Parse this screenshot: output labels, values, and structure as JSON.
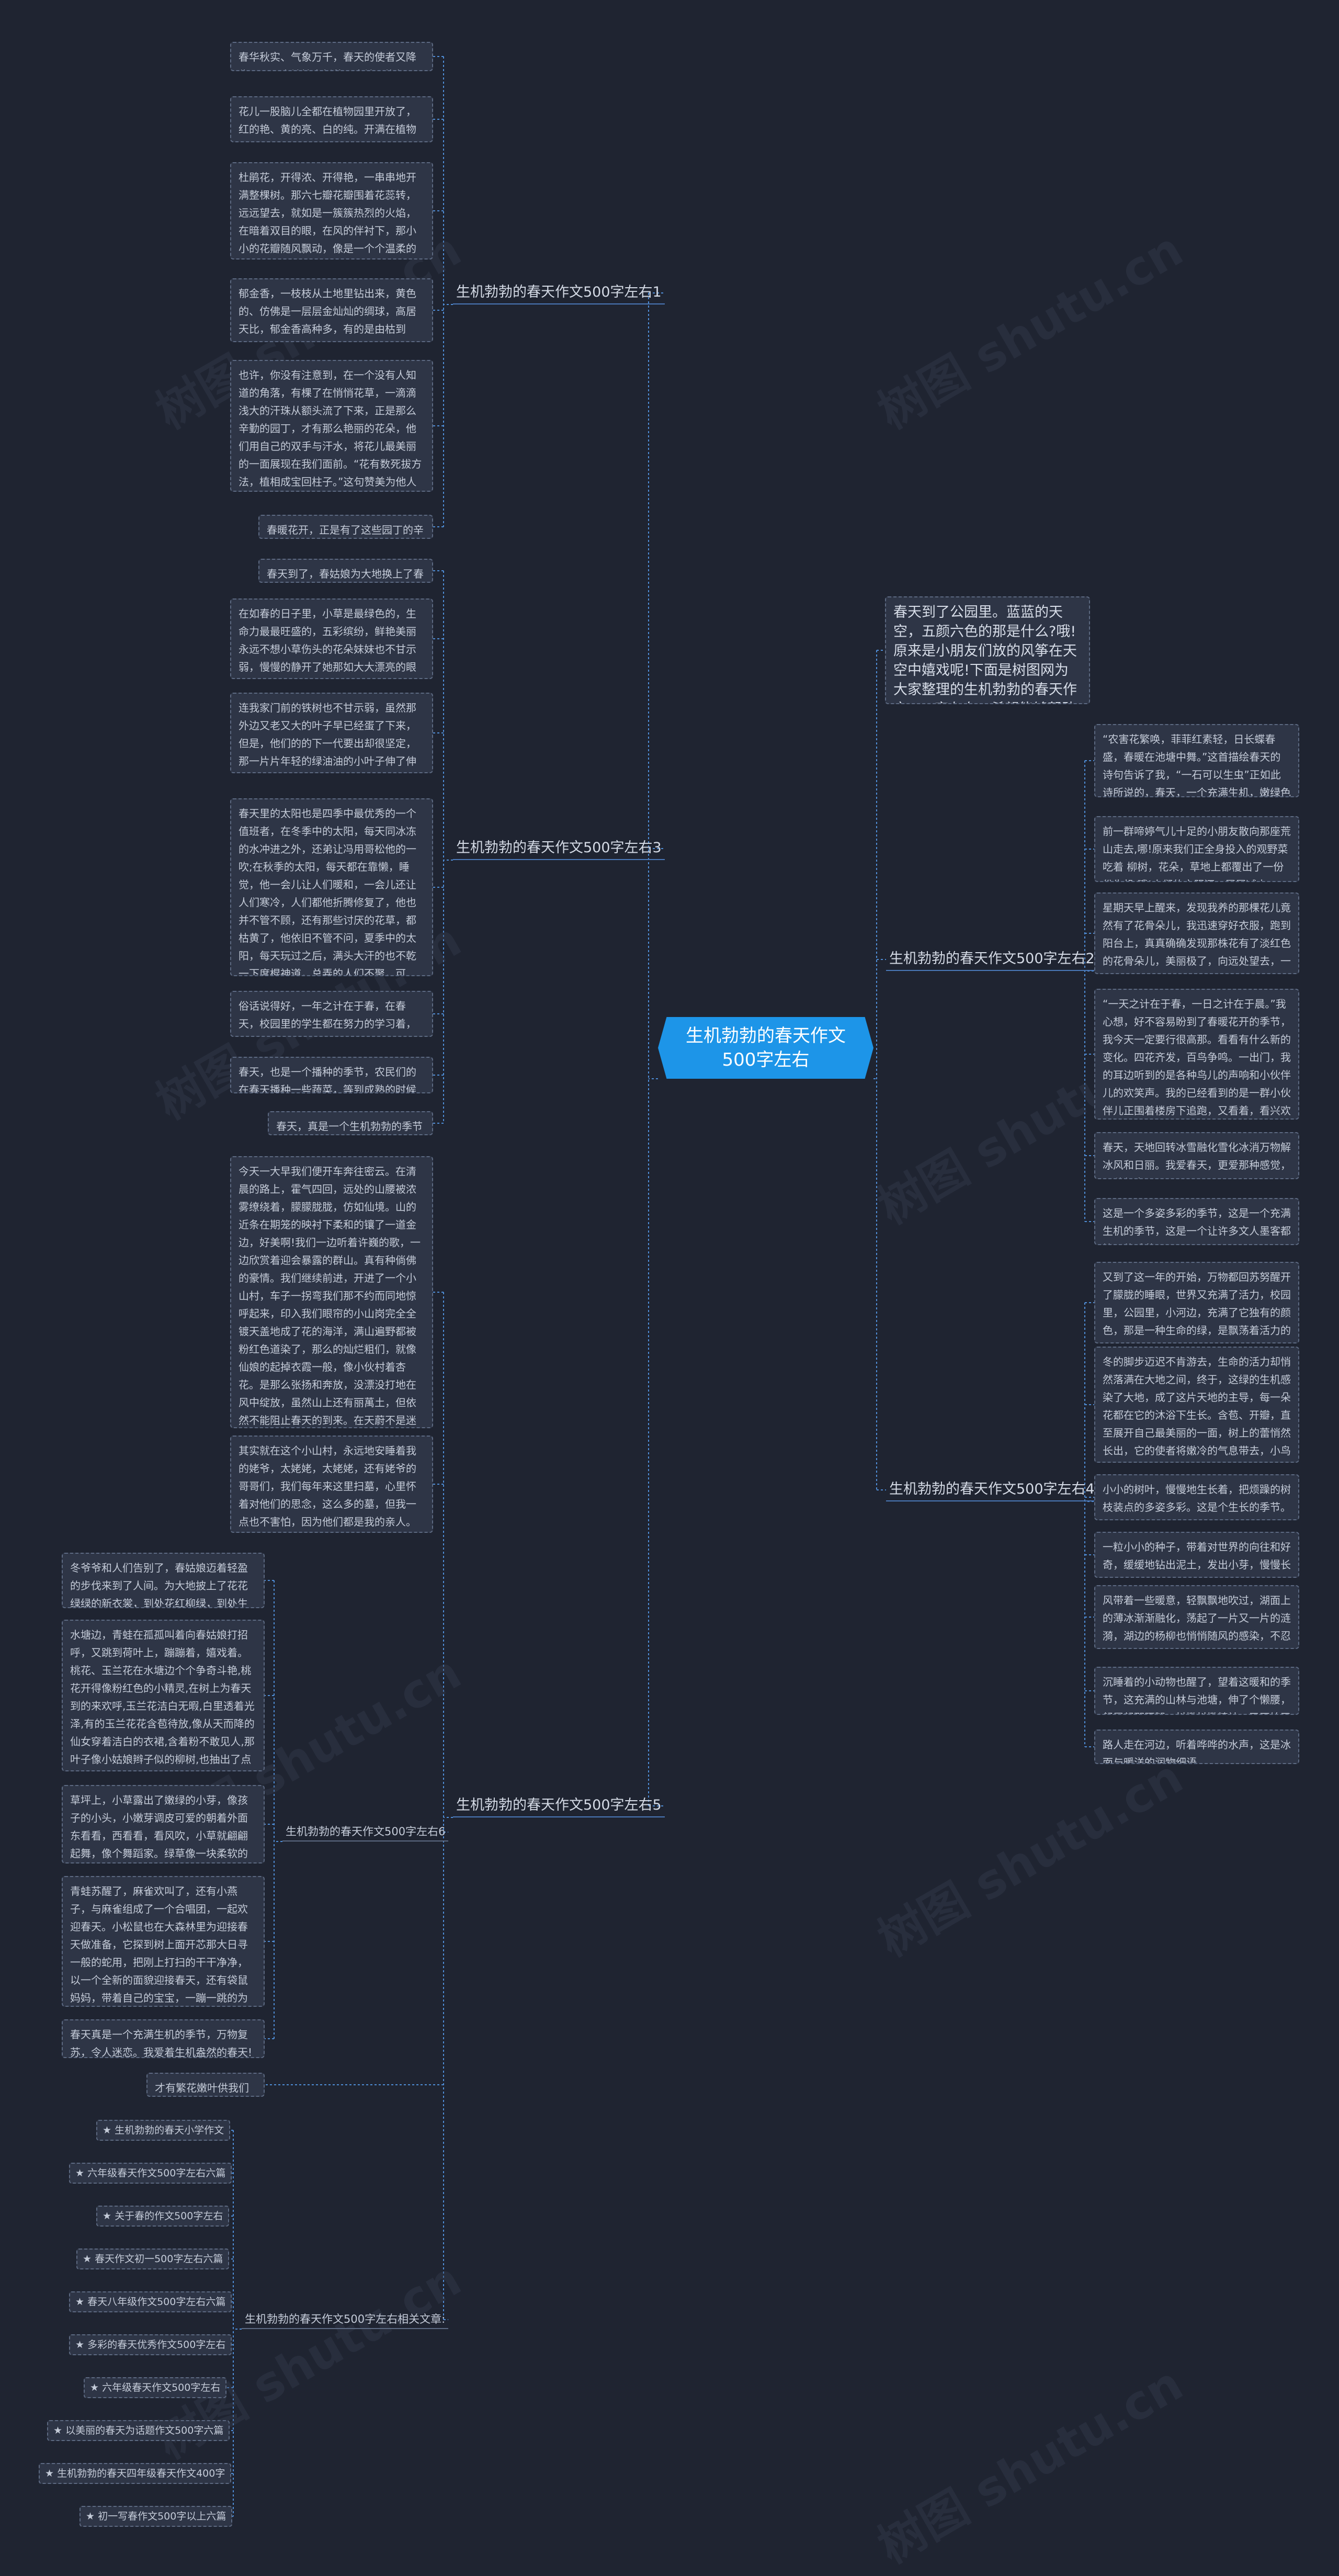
{
  "center_topic": "生机勃勃的春天作文500字左右",
  "intro": "春天到了公园里。蓝蓝的天空，五颜六色的那是什么?哦!原来是小朋友们放的风筝在天空中嬉戏呢!下面是树图网为大家整理的生机勃勃的春天作文500字左右，希望能够帮助到大家!",
  "watermark": "树图 shutu.cn",
  "branches": {
    "b1": {
      "title": "生机勃勃的春天作文500字左右1",
      "cards": [
        "春华秋实、气象万千，春天的使者又降临了，最大地抽出新芽，大地又恢复了生机勃勃。",
        "花儿一股脑儿全都在植物园里开放了，红的艳、黄的亮、白的纯。开满在植物园的每一个角落。",
        "杜鹃花，开得浓、开得艳，一串串地开满整棵树。那六七瓣花瓣围着花蕊转，远远望去，就如是一簇簇热烈的火焰，在暗着双目的眼，在风的伴衬下，那小小的花瓣随风飘动，像是一个个温柔的小姑娘在翩翩起舞。阳光照在有色的杜鹃花上，像是片片云霞，飘向下一片片紫莹莹的花瓣，在路上撒起一条紫色的地毯。",
        "郁金香，一枝枝从土地里钻出来，黄色的、仿佛是一层层金灿灿的绸球，高居天比，郁金香高种多，有的是由枯到白，有的是由粉到白，都是极为美丽的。",
        "也许，你没有注意到，在一个没有人知道的角落，有棵了在悄悄花草，一滴滴浅大的汗珠从额头流了下来，正是那么辛勤的园丁，才有那么艳丽的花朵，他们用自己的双手与汗水，将花儿最美丽的一面展现在我们面前。“花有数死拔方法，植相成宝回柱子。”这句赞美为他人奉献的千古名句一直在我的心里回荡。看着这般美丽的花朵，我的心中不由想起我们老师也像这辛勤的园丁一样，牺牲自己，奉献他人。",
        "春暖花开，正是有了这些园丁的辛料。"
      ]
    },
    "b3": {
      "title": "生机勃勃的春天作文500字左右3",
      "cards": [
        "春天到了，春姑娘为大地换上了春装。",
        "在如春的日子里，小草是最绿色的，生命力最最旺盛的，五彩缤纷，鲜艳美丽永远不想小草伤头的花朵妹妹也不甘示弱，慢慢的静开了她那如大大漂亮的眼睛，频从冬季懂过神儿来的柳树也向春姑娘探了个脸。",
        "连我家门前的铁树也不甘示弱，虽然那外边又老又大的叶子早已经蛋了下来，但是，他们的的下一代要出却很坚定，那一片片年轻的绿油油的小叶子伸了伸懒腰向四面展开了，像那开着的大手去拥抱春姑娘;叶的中间还生长着毛茸茸的小芽。",
        "春天里的太阳也是四季中最优秀的一个值班者，在冬季中的太阳，每天同冰冻的水冲进之外，还弟让冯用哥松他的一吹;在秋季的太阳，每天都在靠懒，睡觉，他一会儿让人们暖和，一会儿还让人们寒冷，人们都他折腾修复了，他也并不管不顾，还有那些讨厌的花草，都枯黄了，他依旧不管不问，夏季中的太阳，每天玩过之后，满头大汗的也不乾一下度棍神道，总弄的人们不聚，可是，他很善良，他把他不吃的雪糕都让给了人们。春季的太阳是最温柔的，善解人意的，它让人们温暖地生活着，小草和花朵都为了见阳他，亲不顾身的从冬季醒过了来，从土地里钻了出来。",
        "俗话说得好，一年之计在于春，在春天，校园里的学生都在努力的学习着，都在等着秋季时的考试多些收获。",
        "春天，也是一个播种的季节，农民们的在春天播种一些蔬菜，等到成熟的时候供给我们吃。",
        "春天，真是一个生机勃勃的季节啊。"
      ]
    },
    "b5": {
      "title": "生机勃勃的春天作文500字左右5",
      "cards": [
        "今天一大早我们便开车奔往密云。在清晨的路上，霍气四回，远处的山腰被浓雾缭绕着，朦朦胧胧，仿如仙境。山的近条在期笼的映衬下柔和的镶了一道金边，好美啊!我们一边听着许巍的歌，一边欣赏着迎会暴露的群山。真有种倘佛的豪情。我们继续前进，开进了一个小山村，车子一拐弯我们那不约而同地惊呼起来，印入我们眼帘的小山岗完全全镀天盖地成了花的海洋，满山遍野都被粉红色道染了，那么的灿烂粗们，就像仙娘的起掉衣霞一般，像小伙村着杏花。是那么张扬和奔放，没漂没打地在风中绽放，虽然山上还有丽萬土，但依然不能阻止春天的到来。在天蔚不是迷朵朵，在这种环境下我真想在山丘上自由地奔跑，感受春天的气息。我们停下车，看见一只小喜鹊在枝头欢喜地歌唱。它仿佛在欢迎我们的到来。在枝头的叫声歇，走进一看，原来在一个浅窗下还有一只喜鹊。在枝头的那只仿佛在说：“下来吧!来一起玩吧。”而上面那只仿佛在说：“太高了我害怕。”",
        "其实就在这个小山村，永远地安睡着我的姥爷，太姥姥，太姥姥，还有姥爷的哥哥们，我们每年来这里扫墓，心里怀着对他们的思念，这么多的墓，但我一点也不害怕，因为他们都是我的亲人。我能上已上坡花，还跟姥爷说了几句心里话，告诉他又一个生机勃勃的春天来到了。"
      ],
      "sub6": {
        "title": "生机勃勃的春天作文500字左右6",
        "cards": [
          "冬爷爷和人们告别了，春姑娘迈着轻盈的步伐来到了人间。为大地披上了花花绿绿的新衣裳，到处花红柳绿，到处生机勃勃。",
          "水塘边，青蛙在孤孤叫着向春姑娘打招呼，又跳到荷叶上，蹦蹦着，嬉戏着。桃花、玉兰花在水塘边个个争奇斗艳,桃花开得像粉红色的小精灵,在树上为春天到的来欢呼,玉兰花洁白无暇,白里透着光泽,有的玉兰花花含苞待放,像从天而降的仙女穿着洁白的衣裙,含着粉不敢见人,那叶子像小姑娘辫子似的柳树,也抽出了点点嫩枝,进至有些树枝长出了绿叶,叶子是嫩绿色的,摸起来又软又滑,柳树上的麻雀在叽叽喳喳地为春天的来到喝一首欢快的乐曲。",
          "草坪上，小草露出了嫩绿的小芽，像孩子的小头，小嫩芽调皮可爱的朝着外面东看看，西看看，看风吹，小草就翩翩起舞，像个舞蹈家。绿草像一块柔软的地毯。躺在上面，天咨着阳光，享受着春风的抚摸，吸收着清新的空气，好舒服!",
          "青蛙苏醒了，麻雀欢叫了，还有小燕子，与麻雀组成了一个合唱团，一起欢迎春天。小松鼠也在大森林里为迎接春天做准备，它探到树上面开芯那大日寻一般的蛇用，把刚上打扫的干干净净，以一个全新的面貌迎接春天，还有袋鼠妈妈，带着自己的宝宝，一蹦一跳的为春天做准备，它忙着找来食物，与大家分享。小鱼也从水里探出头来呐喊，春天把森林里的一切动物都唤醒了，森林里一片欢声笑语!",
          "春天真是一个充满生机的季节，万物复苏，令人迷恋。我爱着生机盎然的春天!"
        ]
      },
      "tail_card": "才有繁花嫩叶供我们欣赏!",
      "related": {
        "title": "生机勃勃的春天作文500字左右相关文章:",
        "items": [
          "★ 生机勃勃的春天小学作文",
          "★ 六年级春天作文500字左右六篇",
          "★ 关于春的作文500字左右",
          "★ 春天作文初一500字左右六篇",
          "★ 春天八年级作文500字左右六篇",
          "★ 多彩的春天优秀作文500字左右",
          "★ 六年级春天作文500字左右",
          "★ 以美丽的春天为话题作文500字六篇",
          "★ 生机勃勃的春天四年级春天作文400字",
          "★ 初一写春作文500字以上六篇"
        ]
      }
    },
    "b2": {
      "title": "生机勃勃的春天作文500字左右2",
      "cards": [
        "“农害花繁唤，菲菲红素轻，日长蝶春盛，春暖在池塘中舞。”这首描绘春天的诗句告诉了我，“一石可以生虫”正如此诗所说的，春天，一个充满生机，嫩绿色的季节，春天，一个勃勃生机的季节。生机勃勃的春天，正悄悄地向我们走来。它来的是那么快，那么快。",
        "前一群啼婷气儿十足的小朋友散向那座荒山走去,哪!原来我们正全身投入的观野菜吃着\n柳树，花朵，草地上都覆出了一份份生机,哦!人们的衣服还一层层减少——",
        "星期天早上醒来，发现我养的那棵花儿竟然有了花骨朵儿，我迅速穿好衣服，跑到阳台上，真真确确发现那株花有了淡红色的花骨朵儿，美丽极了，向远处望去，一座座楼房周围，是一片又一片的绿色，他能我看见了新鲜范儿。",
        "“一天之计在于春，一日之计在于晨。”我心想，好不容易盼到了春暖花开的季节，我今天一定要行很高那。看看有什么新的变化。四花齐发，百鸟争鸣。一出门，我的耳边听到的是各种鸟儿的声响和小伙伴儿的欢笑声。我的已经看到的是一群小伙伴儿正围着楼房下追跑，又看着，看兴欢喜着。春色正浓，春满人间。大家的脸上都洋溢着微笑。春光给大地，给万物带来生机，春天的气息遍布人间——",
        "春天，天地回转冰雪融化雪化冰消万物解冰风和日丽。我爱春天，更爱那种感觉，那种气息。",
        "这是一个多姿多彩的季节，这是一个充满生机的季节，这是一个让许多文人墨客都惊叹的季节。"
      ]
    },
    "b4": {
      "title": "生机勃勃的春天作文500字左右4",
      "cards": [
        "又到了这一年的开始，万物都回苏努醒开了朦胧的睡眼，世界又充满了活力，校园里，公园里，小河边，充满了它独有的颜色，那是一种生命的绿，是飘荡着活力的绿。",
        "冬的脚步迈迟不肯游去，生命的活力却悄然落满在大地之间，终于，这绿的生机感染了大地，成了这片天地的主导，每一朵花都在它的沐浴下生长。含苞、开瓣，直至展开自己最美丽的一面，树上的蕾悄然长出，它的使者将嫩冷的气息带去，小鸟站在枝头上仰望蓝天晴朗。这天，蓝蓝的，有些使人不敢相信这是自然的颜色。",
        "小小的树叶，慢慢地生长着，把烦躁的树枝装点的多姿多彩。这是个生长的季节。",
        "一粒小小的种子，带着对世界的向往和好奇，缓缓地钻出泥土，发出小芽，慢慢长大。",
        "风带着一些暖意，轻飘飘地吹过，湖面上的薄冰渐渐融化，荡起了一片又一片的涟漪，湖边的杨柳也悄悄随风的感染，不忍得知此故静，跟着风一起沙沙地摇摆起来。",
        "沉睡着的小动物也醒了，望着这暖和的季节，这充满的山林与池塘，伸了个懒腰，舒展起那腰腿，抖擞抖擞精神，又开始了新的生活。",
        "路人走在河边，听着哗哗的水声，这是冰面与暖洋的润物细语。"
      ]
    }
  }
}
